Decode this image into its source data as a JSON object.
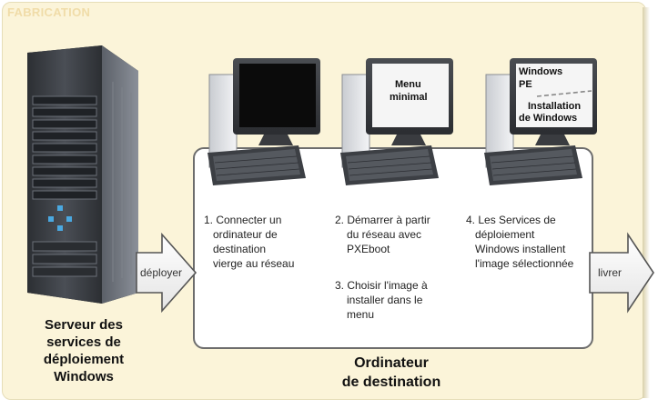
{
  "stage_title": "FABRICATION",
  "server": {
    "caption": [
      "Serveur des",
      "services de",
      "déploiement",
      "Windows"
    ]
  },
  "arrows": {
    "deploy": "déployer",
    "deliver": "livrer"
  },
  "destination": {
    "caption": [
      "Ordinateur",
      "de destination"
    ]
  },
  "computers": [
    {
      "screen": []
    },
    {
      "screen": [
        "Menu",
        "minimal"
      ]
    },
    {
      "screen": [
        "Windows",
        "PE",
        "Installation",
        "de Windows"
      ]
    }
  ],
  "steps": [
    {
      "lines": [
        "1. Connecter un",
        "ordinateur de",
        "destination",
        "vierge au réseau"
      ]
    },
    {
      "lines": [
        "2. Démarrer à partir",
        "du réseau avec",
        "PXEboot"
      ]
    },
    {
      "lines": [
        "3. Choisir l'image à",
        "installer dans le",
        "menu"
      ]
    },
    {
      "lines": [
        "4. Les Services de",
        "déploiement",
        "Windows installent",
        "l'image sélectionnée"
      ]
    }
  ],
  "colors": {
    "background": "#fbf4d9",
    "stage_title": "#f0dca8",
    "server_dark": "#3a3d42",
    "screen_dark": "#111111",
    "screen_light": "#f4f4f4"
  }
}
